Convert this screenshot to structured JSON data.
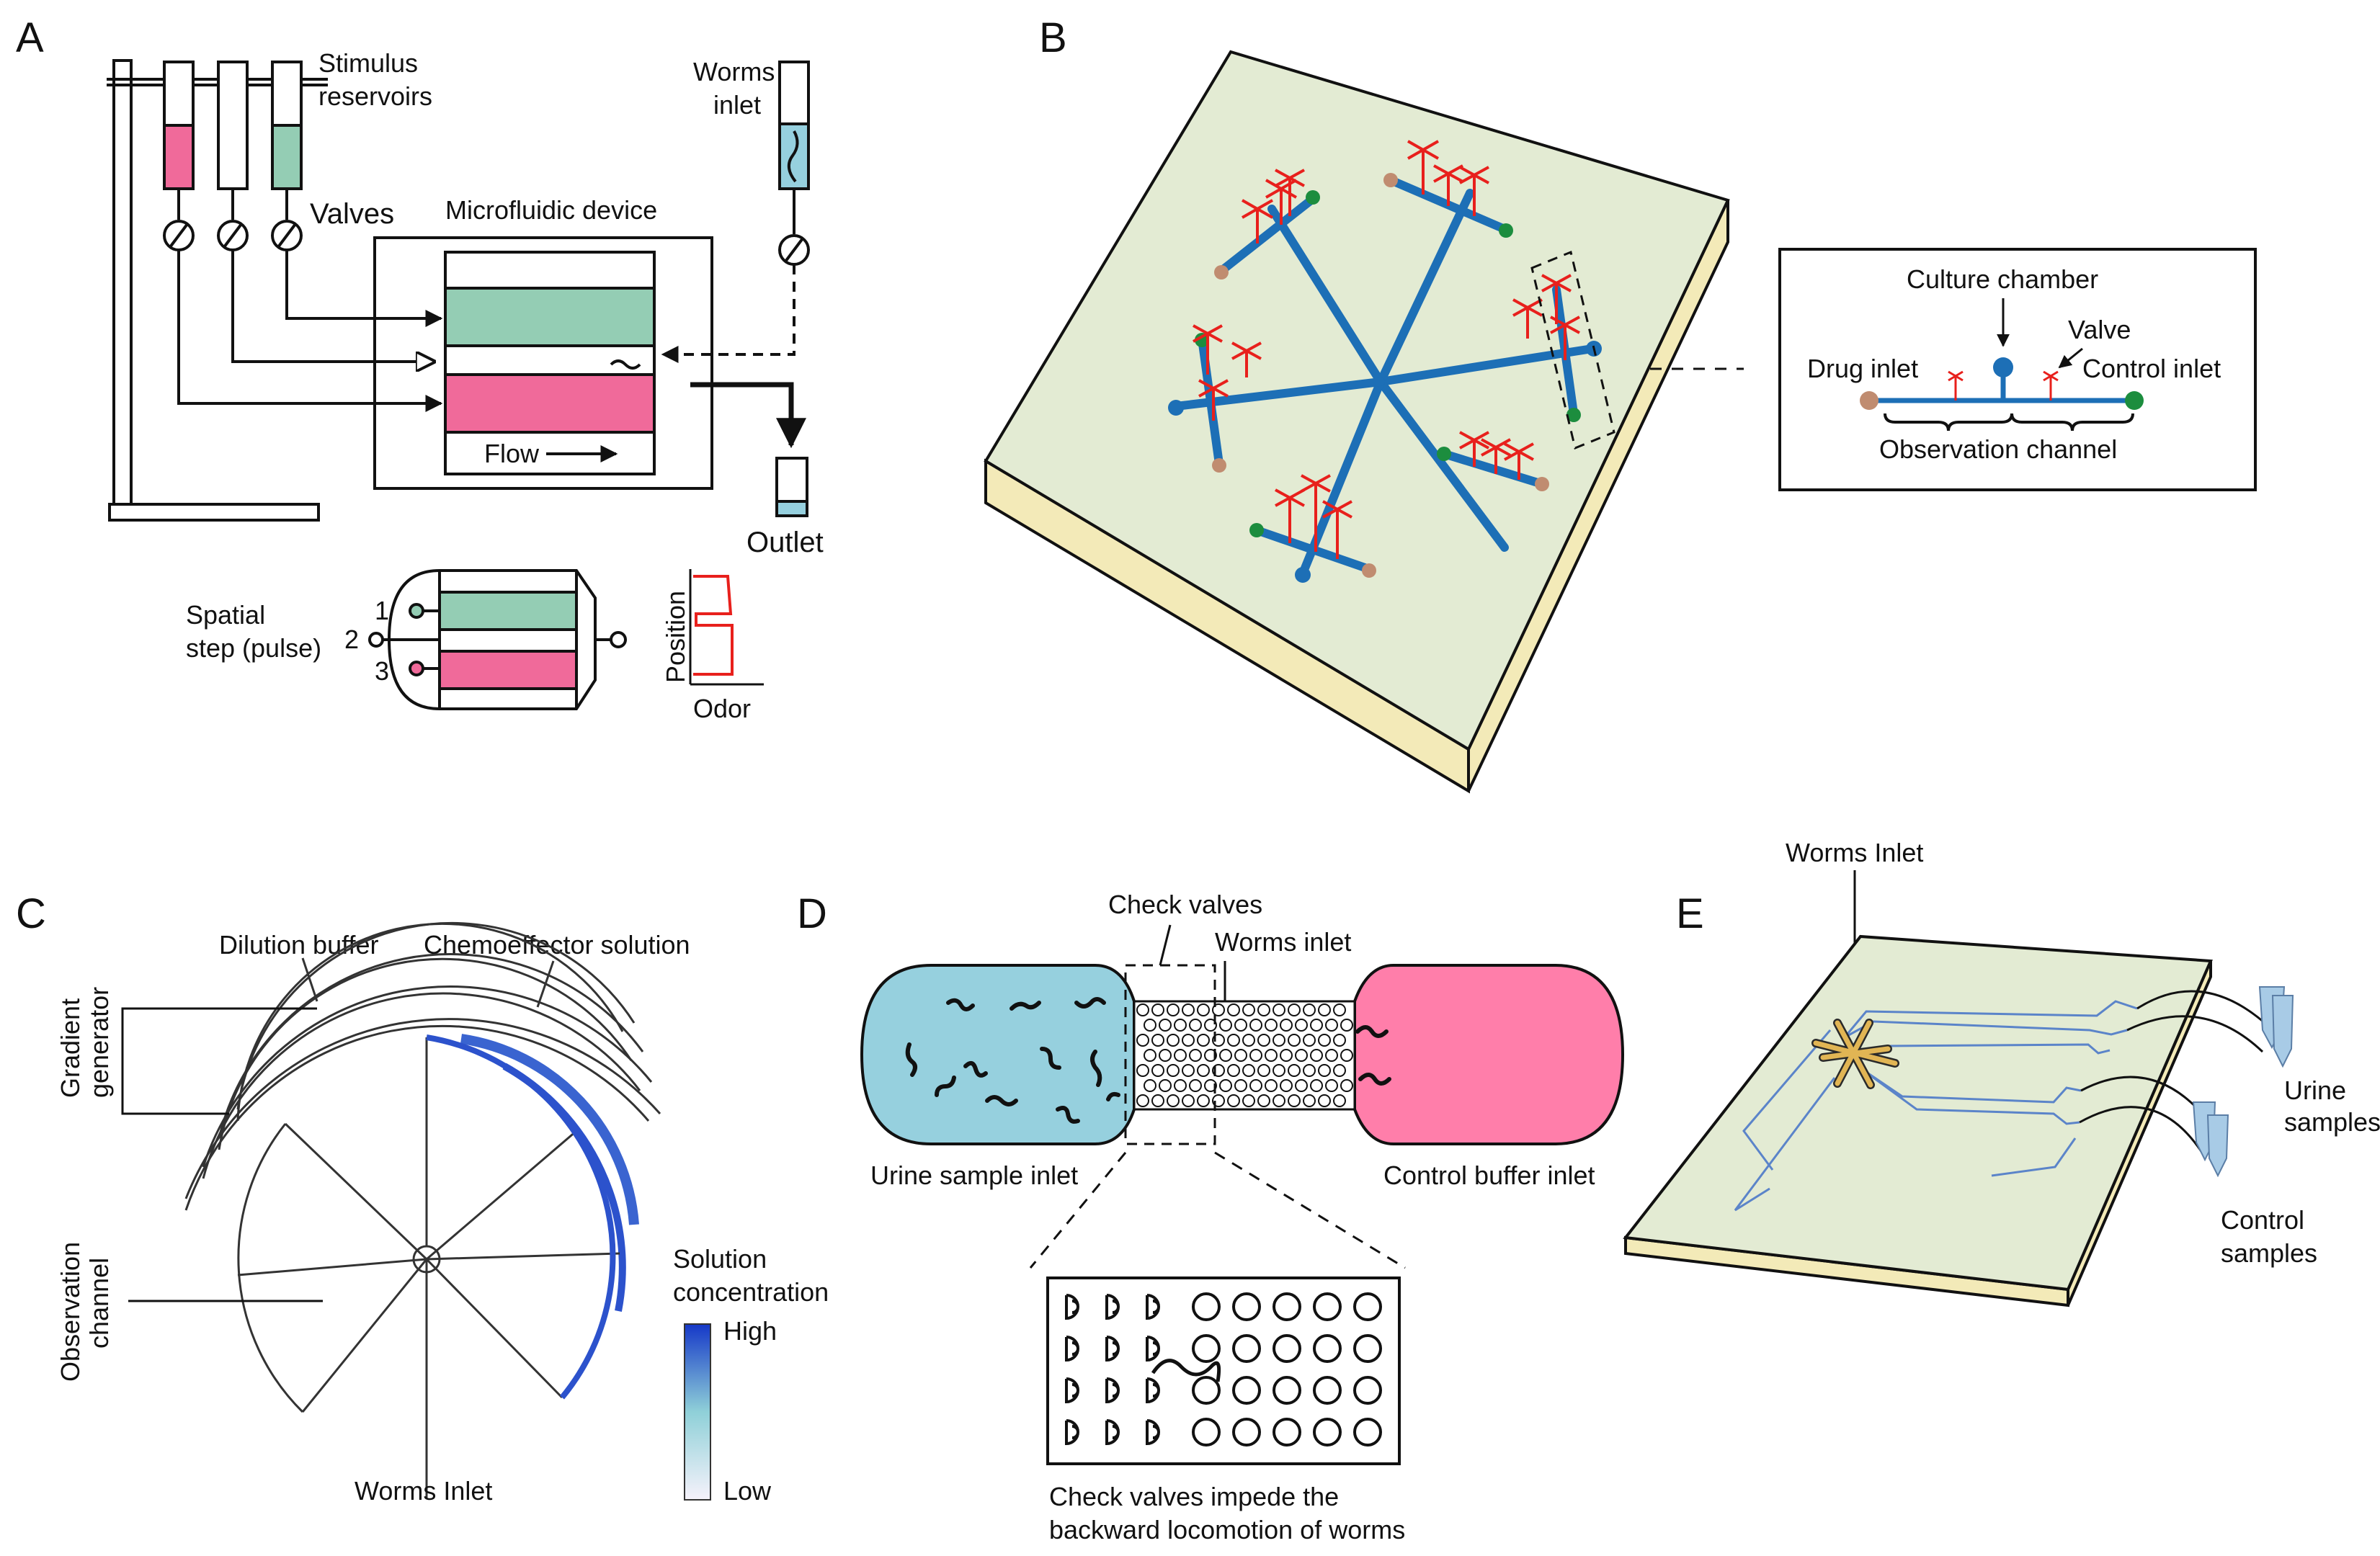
{
  "panels": {
    "A": {
      "letter": "A",
      "stimulus_reservoirs": [
        "Stimulus",
        "reservoirs"
      ],
      "worms_inlet": [
        "Worms",
        "inlet"
      ],
      "valves": "Valves",
      "microfluidic_device": "Microfluidic device",
      "flow": "Flow",
      "outlet": "Outlet",
      "spatial_step": [
        "Spatial",
        "step (pulse)"
      ],
      "port_numbers": [
        "1",
        "2",
        "3"
      ],
      "position": "Position",
      "odor": "Odor"
    },
    "B": {
      "letter": "B",
      "culture_chamber": "Culture chamber",
      "valve": "Valve",
      "drug_inlet": "Drug inlet",
      "control_inlet": "Control inlet",
      "observation_channel": "Observation channel"
    },
    "C": {
      "letter": "C",
      "dilution_buffer": "Dilution buffer",
      "chemoeffector_solution": "Chemoeffector solution",
      "gradient_generator": [
        "Gradient",
        "generator"
      ],
      "observation_channel": [
        "Observation",
        "channel"
      ],
      "solution_concentration": [
        "Solution",
        "concentration"
      ],
      "high": "High",
      "low": "Low",
      "worms_inlet": "Worms Inlet"
    },
    "D": {
      "letter": "D",
      "check_valves": "Check valves",
      "worms_inlet": "Worms inlet",
      "urine_sample_inlet": "Urine sample inlet",
      "control_buffer_inlet": "Control buffer inlet",
      "caption": [
        "Check valves impede the",
        "backward locomotion of worms"
      ]
    },
    "E": {
      "letter": "E",
      "worms_inlet": "Worms Inlet",
      "urine_samples": [
        "Urine",
        "samples"
      ],
      "control_samples": [
        "Control",
        "samples"
      ]
    }
  },
  "colors": {
    "pink": "#f06a9a",
    "teal": "#94cdb4",
    "light_blue": "#96d0de",
    "hot_pink": "#ff7eaa",
    "chip_top": "#e3ebd3",
    "chip_side": "#f3eab8",
    "channel_blue": "#1d6fb6",
    "valve_red": "#e8201c",
    "inlet_brown": "#c08c70",
    "inlet_green": "#1c8d3e",
    "gradient_high": "#1538c8",
    "gradient_low": "#ffffff",
    "gold": "#e1b554"
  }
}
